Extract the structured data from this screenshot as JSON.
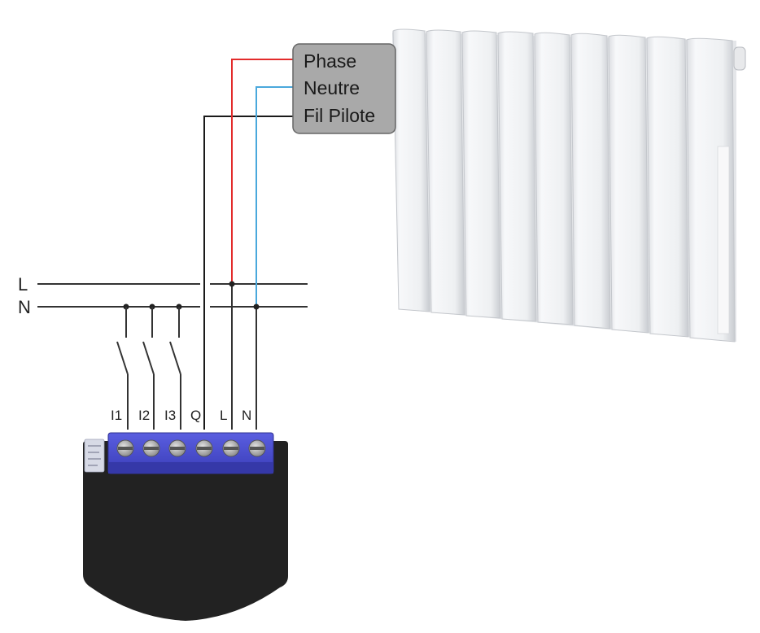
{
  "bus_lines": {
    "line_l": "L",
    "line_n": "N"
  },
  "terminal_box": {
    "phase": "Phase",
    "neutre": "Neutre",
    "fil_pilote": "Fil Pilote"
  },
  "module": {
    "terminals": [
      "I1",
      "I2",
      "I3",
      "Q",
      "L",
      "N"
    ]
  },
  "colors": {
    "phase_wire": "#e32b2b",
    "neutral_wire": "#4aa8dc",
    "pilot_wire": "#1a1a1a",
    "bus_line": "#333333",
    "terminal_box_fill": "#a9a9a9",
    "terminal_block": "#4b4fd4",
    "module_body": "#222222",
    "radiator": "#f2f3f5"
  }
}
